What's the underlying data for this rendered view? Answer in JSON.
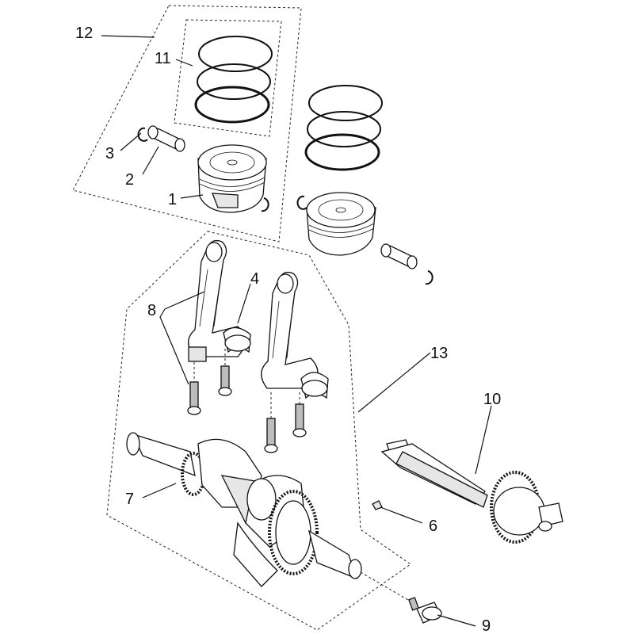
{
  "diagram": {
    "title": "Crankshaft, connecting rods and pistons – exploded view",
    "callouts": [
      {
        "id": "c1",
        "label": "1"
      },
      {
        "id": "c2",
        "label": "2"
      },
      {
        "id": "c3",
        "label": "3"
      },
      {
        "id": "c4",
        "label": "4"
      },
      {
        "id": "c6",
        "label": "6"
      },
      {
        "id": "c7",
        "label": "7"
      },
      {
        "id": "c8",
        "label": "8"
      },
      {
        "id": "c9",
        "label": "9"
      },
      {
        "id": "c10",
        "label": "10"
      },
      {
        "id": "c11",
        "label": "11"
      },
      {
        "id": "c12",
        "label": "12"
      },
      {
        "id": "c13",
        "label": "13"
      }
    ],
    "parts": {
      "piston": "piston",
      "piston_pin": "piston-pin",
      "circlip": "circlip",
      "bearing_shell": "con-rod-bearing",
      "woodruff_key": "key",
      "crank_bolt": "bolt",
      "crankshaft": "crankshaft",
      "connecting_rod": "connecting-rod",
      "balancer_shaft": "balancer-shaft",
      "ring_set": "piston-ring-set",
      "piston_kit": "piston-kit",
      "crank_kit": "crankshaft-kit"
    }
  }
}
